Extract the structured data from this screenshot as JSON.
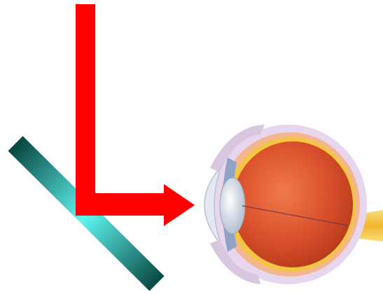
{
  "diagram": {
    "elements": [
      {
        "name": "beam-arrow",
        "kind": "bent arrow pointing right toward the eye",
        "color": "#ff0000"
      },
      {
        "name": "mirror",
        "kind": "tilted reflective plate",
        "edge_color": "#0a4a44",
        "highlight_color": "#5ff5f0"
      },
      {
        "name": "eye",
        "kind": "eye cross-section",
        "colors": {
          "sclera": "#e8d6ee",
          "outer_layer": "#f2b78e",
          "retina": "#f4c542",
          "globe": "#d9502b",
          "lens": "#c7d3e3",
          "cornea": "#e4e8f0",
          "optic_nerve": "#f6c94c"
        }
      }
    ]
  }
}
